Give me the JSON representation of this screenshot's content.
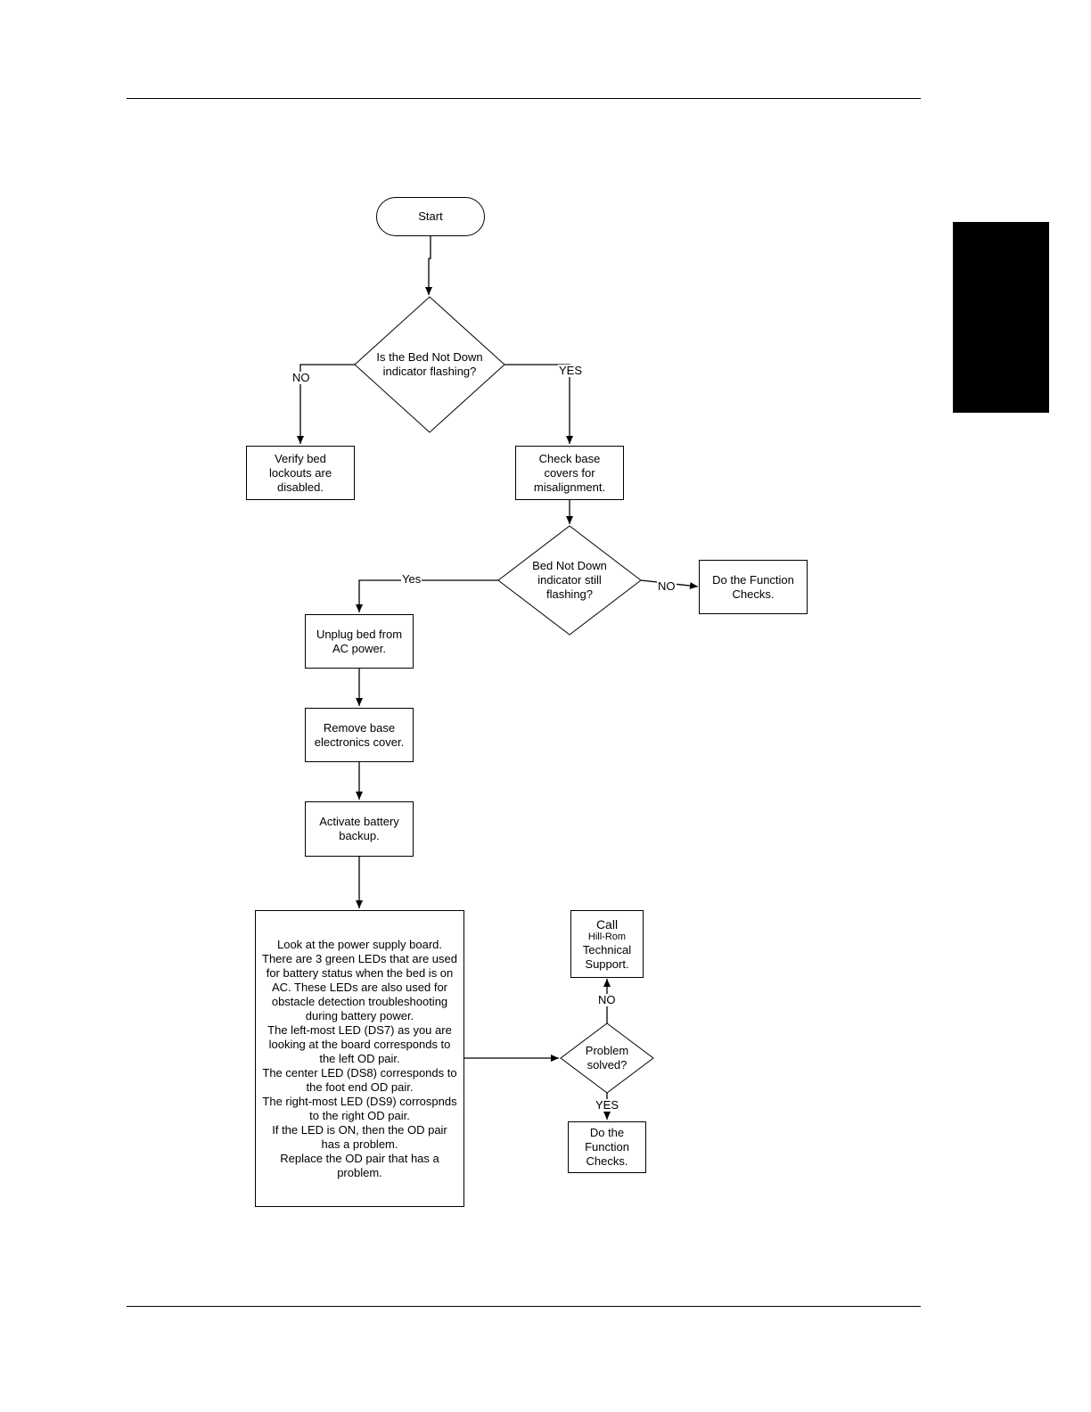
{
  "nodes": {
    "start": "Start",
    "q_flashing": "Is the Bed Not Down\nindicator flashing?",
    "verify_lockouts": "Verify bed\nlockouts are\ndisabled.",
    "check_covers": "Check base\ncovers for\nmisalignment.",
    "q_still_flashing": "Bed Not Down\nindicator still\nflashing?",
    "function_checks_1": "Do the Function\nChecks.",
    "unplug": "Unplug bed from\nAC power.",
    "remove_cover": "Remove base\nelectronics cover.",
    "activate_battery": "Activate battery\nbackup.",
    "instructions": "Look at the power supply board.\nThere are 3 green LEDs that are used\nfor battery status when the bed  is on\nAC.  These LEDs are also used for\nobstacle detection troubleshooting\nduring battery power.\nThe left-most LED (DS7) as you are\nlooking at the board corresponds to\nthe left OD pair.\nThe center LED (DS8) corresponds to\nthe foot end OD pair.\nThe right-most LED (DS9) corrospnds\nto the right OD pair.\nIf the LED is ON, then the OD pair\nhas a problem.\nReplace the OD pair that has a\nproblem.",
    "q_solved": "Problem\nsolved?",
    "call_support_line1": "Call",
    "call_support_line2": "Hill-Rom",
    "call_support_line3": "Technical\nSupport.",
    "function_checks_2": "Do the\nFunction\nChecks."
  },
  "edge_labels": {
    "q1_no": "NO",
    "q1_yes": "YES",
    "q2_yes": "Yes",
    "q2_no": "NO",
    "q3_no": "NO",
    "q3_yes": "YES"
  }
}
